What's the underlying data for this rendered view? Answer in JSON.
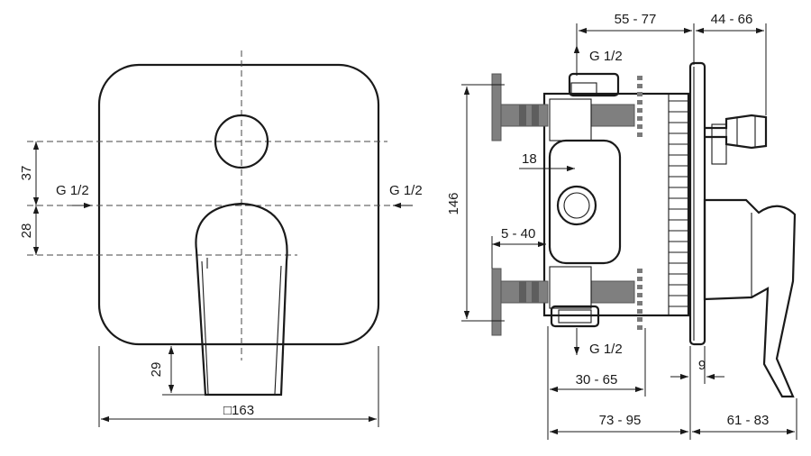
{
  "front_view": {
    "dim_37": "37",
    "dim_28": "28",
    "dim_29": "29",
    "dim_163": "□163",
    "inlet_left": "G 1/2",
    "inlet_right": "G 1/2"
  },
  "side_view": {
    "dim_55_77": "55 - 77",
    "dim_44_66": "44 - 66",
    "outlet_top": "G 1/2",
    "outlet_bottom": "G 1/2",
    "dim_146": "146",
    "dim_18": "18",
    "dim_5_40": "5 - 40",
    "dim_30_65": "30 - 65",
    "dim_9": "9",
    "dim_73_95": "73 - 95",
    "dim_61_83": "61 - 83"
  }
}
